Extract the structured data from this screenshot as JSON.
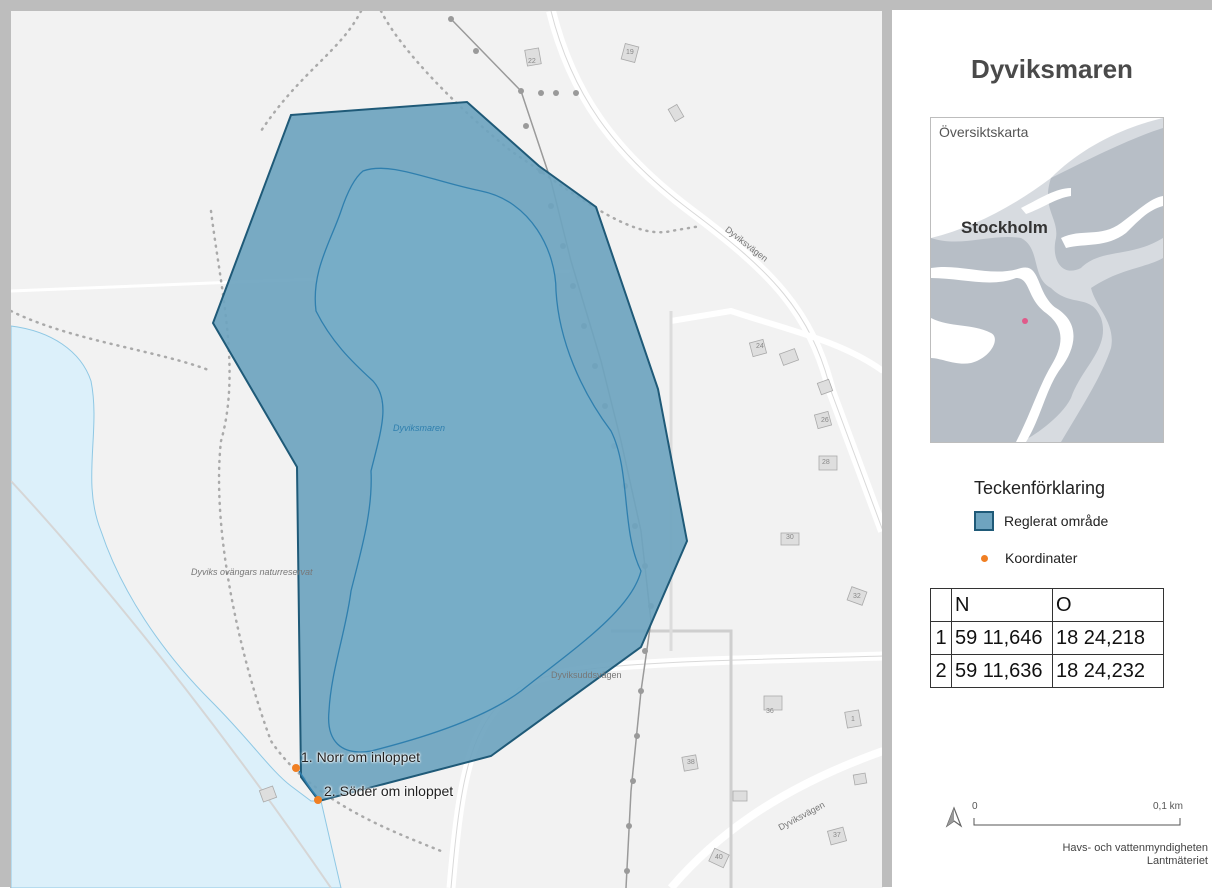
{
  "map": {
    "lake_label": "Dyviksmaren",
    "reserve_label": "Dyviks ovängars naturreservat",
    "road_labels": [
      "Dyviksvägen",
      "Dyviksuddsvägen",
      "Dyviksvägen"
    ],
    "house_numbers": [
      "22",
      "19",
      "24",
      "26",
      "28",
      "30",
      "32",
      "36",
      "1",
      "38",
      "37",
      "40"
    ],
    "points": [
      {
        "label": "1. Norr om inloppet",
        "color": "#f07f23"
      },
      {
        "label": "2. Söder om inloppet",
        "color": "#f07f23"
      }
    ],
    "colors": {
      "background": "#f2f2f2",
      "water": "#dcf0fa",
      "regulated_fill": "#6ea4bf",
      "regulated_stroke": "#1f5a78",
      "point": "#f07f23"
    }
  },
  "panel": {
    "title": "Dyviksmaren",
    "overview_label": "Översiktskarta",
    "overview_city": "Stockholm",
    "legend_title": "Teckenförklaring",
    "legend_items": [
      {
        "label": "Reglerat område",
        "symbol": "polygon"
      },
      {
        "label": "Koordinater",
        "symbol": "dot"
      }
    ],
    "table": {
      "headers": [
        "",
        "N",
        "O"
      ],
      "rows": [
        [
          "1",
          "59 11,646",
          "18 24,218"
        ],
        [
          "2",
          "59 11,636",
          "18 24,232"
        ]
      ]
    },
    "scale": {
      "start": "0",
      "end": "0,1 km",
      "north_icon": "north-arrow-icon"
    },
    "credits": [
      "Havs- och vattenmyndigheten",
      "Lantmäteriet"
    ]
  }
}
